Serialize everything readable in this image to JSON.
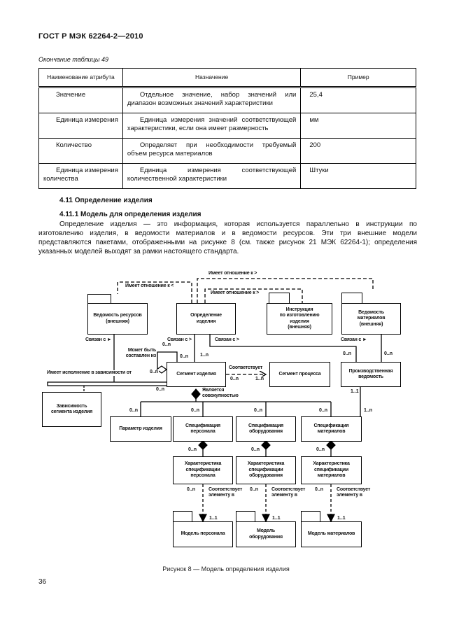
{
  "header": {
    "title": "ГОСТ Р МЭК 62264-2—2010"
  },
  "table": {
    "caption": "Окончание таблицы 49",
    "columns": [
      "Наименование атрибута",
      "Назначение",
      "Пример"
    ],
    "rows": [
      {
        "name": "Значение",
        "purpose": "Отдельное значение, набор значений или диапазон возможных значений характеристики",
        "example": "25,4"
      },
      {
        "name": "Единица измерения",
        "purpose": "Единица измерения значений соответствующей характеристики, если она имеет размерность",
        "example": "мм"
      },
      {
        "name": "Количество",
        "purpose": "Определяет при необходимости требуемый объем ресурса материалов",
        "example": "200"
      },
      {
        "name": "Единица измерения количества",
        "purpose": "Единица измерения соответствующей количественной характеристики",
        "example": "Штуки"
      }
    ]
  },
  "sections": {
    "h1": "4.11 Определение изделия",
    "h2": "4.11.1 Модель для определения изделия",
    "paragraph": "Определение изделия — это информация, которая используется параллельно в инструкции по изготовлению изделия, в ведомости материалов и в ведомости ресурсов. Эти три внешние модели представляются пакетами, отображенными на рисунке 8 (см. также рисунок 21 МЭК 62264-1); определения указанных моделей выходят за рамки настоящего стандарта."
  },
  "figure": {
    "caption": "Рисунок 8 — Модель определения изделия",
    "nodes": {
      "bill_resources": "Ведомость ресурсов\n(внешняя)",
      "product_definition": "Определение\nизделия",
      "production_instruction": "Инструкция\nпо изготовлению\nизделия\n(внешняя)",
      "bill_materials": "Ведомость\nматериалов\n(внешняя)",
      "product_segment": "Сегмент изделия",
      "process_segment": "Сегмент процесса",
      "manufacturing_bill": "Производственная\nведомость",
      "segment_dependency": "Зависимость\nсегмента изделия",
      "product_parameter": "Параметр изделия",
      "spec_personnel": "Спецификация\nперсонала",
      "spec_equipment": "Спецификация\nоборудования",
      "spec_materials": "Спецификация\nматериалов",
      "char_personnel": "Характеристика\nспецификации\nперсонала",
      "char_equipment": "Характеристика\nспецификации\nоборудования",
      "char_materials": "Характеристика\nспецификации\nматериалов",
      "model_personnel": "Модель персонала",
      "model_equipment": "Модель\nоборудования",
      "model_materials": "Модель материалов"
    },
    "edge_labels": {
      "rel_top": "Имеет отношение к >",
      "rel_mid": "Имеет отношение к >",
      "rel_left": "Имеет отношение к <",
      "linked_arrow": "Связан с ►",
      "linked_gt": "Связан с >",
      "may_consist": "Может быть\nсоставлен из",
      "exec_dep": "Имеет исполнение в зависимости от",
      "corresponds": "Соответствует",
      "is_collection": "Является\nсовокупностью",
      "corresponds_elem": "Соответствует\nэлементу в"
    },
    "mult": {
      "n0": "0..n",
      "n1": "1..n",
      "one": "1..1"
    }
  },
  "page_number": "36"
}
